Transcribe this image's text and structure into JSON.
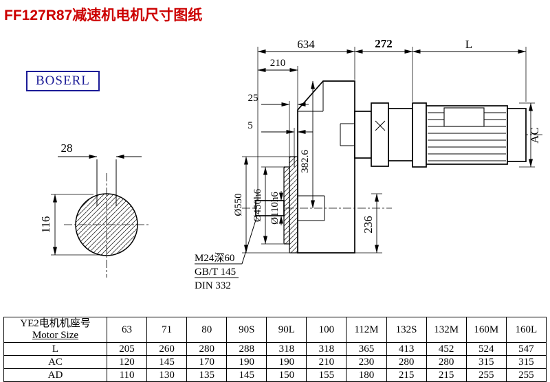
{
  "page": {
    "title": "FF127R87减速机电机尺寸图纸",
    "brand": "BOSERL"
  },
  "drawing": {
    "dims": {
      "overall_width": "634",
      "adapter_length": "272",
      "motor_length": "L",
      "flange_offset": "210",
      "step_offset": "25",
      "face_offset": "5",
      "key_width": "28",
      "shaft_section_height": "116",
      "flange_diameter": "Ø550",
      "spigot_diameter": "Ø450h6",
      "shaft_diameter": "Ø110h6",
      "center_to_top": "382.6",
      "center_to_bottom": "236",
      "motor_diameter": "AC"
    },
    "notes": [
      "M24深60",
      "GB/T 145",
      "DIN 332"
    ]
  },
  "table": {
    "header": {
      "line1": "YE2电机机座号",
      "line2": "Motor Size"
    },
    "columns": [
      "63",
      "71",
      "80",
      "90S",
      "90L",
      "100",
      "112M",
      "132S",
      "132M",
      "160M",
      "160L"
    ],
    "rows": [
      {
        "label": "L",
        "values": [
          "205",
          "260",
          "280",
          "288",
          "318",
          "318",
          "365",
          "413",
          "452",
          "524",
          "547"
        ]
      },
      {
        "label": "AC",
        "values": [
          "120",
          "145",
          "170",
          "190",
          "190",
          "210",
          "230",
          "280",
          "280",
          "315",
          "315"
        ]
      },
      {
        "label": "AD",
        "values": [
          "110",
          "130",
          "135",
          "145",
          "150",
          "155",
          "180",
          "215",
          "215",
          "255",
          "255"
        ]
      }
    ]
  },
  "colors": {
    "title": "#cc0000",
    "brand": "#1a1a96"
  }
}
